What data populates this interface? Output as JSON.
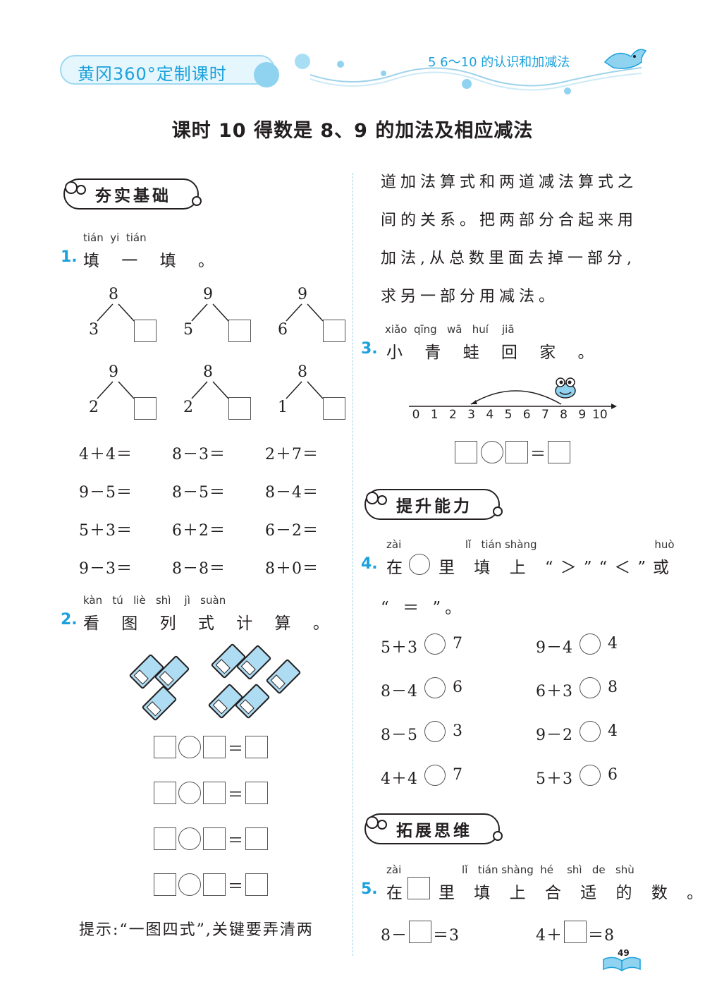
{
  "header": {
    "series": "黄冈360°定制课时",
    "chapter": "5   6～10 的认识和加减法"
  },
  "title": "课时 10    得数是 8、9 的加法及相应减法",
  "sections": {
    "basic": "夯实基础",
    "improve": "提升能力",
    "expand": "拓展思维"
  },
  "q1": {
    "num": "1.",
    "pinyin": "tián  yi  tián",
    "text": "填 一 填 。",
    "trees": [
      {
        "top": "8",
        "left": "3"
      },
      {
        "top": "9",
        "left": "5"
      },
      {
        "top": "9",
        "left": "6"
      },
      {
        "top": "9",
        "left": "2"
      },
      {
        "top": "8",
        "left": "2"
      },
      {
        "top": "8",
        "left": "1"
      }
    ],
    "equations": [
      [
        "4＋4＝",
        "8－3＝",
        "2＋7＝"
      ],
      [
        "9－5＝",
        "8－5＝",
        "8－4＝"
      ],
      [
        "5＋3＝",
        "6＋2＝",
        "6－2＝"
      ],
      [
        "9－3＝",
        "8－8＝",
        "8＋0＝"
      ]
    ]
  },
  "q2": {
    "num": "2.",
    "pinyin": "kàn   tú   liè   shì    jì   suàn",
    "text": "看 图 列 式 计 算 。",
    "hint": "提示:“一图四式”,关键要弄清两",
    "equal_sign": "＝"
  },
  "q2_cont": "道加法算式和两道减法算式之间的关系。把两部分合起来用加法,从总数里面去掉一部分,求另一部分用减法。",
  "q3": {
    "num": "3.",
    "pinyin": "xiǎo  qīng   wā   huí    jiā",
    "text": "小 青 蛙 回 家 。",
    "ticks": [
      "0",
      "1",
      "2",
      "3",
      "4",
      "5",
      "6",
      "7",
      "8",
      "9",
      "10"
    ],
    "equal_sign": "＝"
  },
  "q4": {
    "num": "4.",
    "pinyin": "zài                   lǐ   tián shàng                                   huò",
    "text": "在",
    "text2": "里 填 上 “＞”“＜”或",
    "text3": "“ ＝ ”。",
    "items": [
      [
        "5＋3",
        "7",
        "9－4",
        "4"
      ],
      [
        "8－4",
        "6",
        "6＋3",
        "8"
      ],
      [
        "8－5",
        "3",
        "9－2",
        "4"
      ],
      [
        "4＋4",
        "7",
        "5＋3",
        "6"
      ]
    ]
  },
  "q5": {
    "num": "5.",
    "pinyin": "zài                  lǐ   tián shàng  hé    shì   de   shù",
    "text": "在",
    "text2": "里 填 上 合 适 的 数 。",
    "a_left": "8－",
    "a_right": "＝3",
    "b_left": "4＋",
    "b_right": "＝8"
  },
  "page_number": "49",
  "colors": {
    "accent": "#1ba1dc",
    "light": "#e6f6fd"
  }
}
